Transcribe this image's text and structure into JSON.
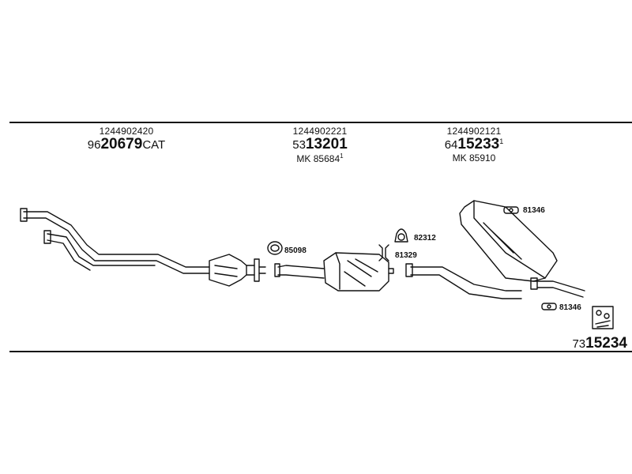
{
  "columns": [
    {
      "oem": "1244902420",
      "part_prefix": "96",
      "part_main": "20679",
      "part_suffix": "CAT",
      "mk": "",
      "mk_sup": ""
    },
    {
      "oem": "1244902221",
      "part_prefix": "53",
      "part_main": "13201",
      "part_suffix": "",
      "mk": "MK  85684",
      "mk_sup": "1"
    },
    {
      "oem": "1244902121",
      "part_prefix": "64",
      "part_main": "15233",
      "part_suffix": "1",
      "mk": "MK  85910",
      "mk_sup": ""
    }
  ],
  "callouts": {
    "ring": "85098",
    "clamp": "82312",
    "hanger_mid": "81329",
    "hanger_top": "81346",
    "hanger_bottom": "81346"
  },
  "total": {
    "prefix": "73",
    "main": "15234"
  },
  "icons": {
    "kit": "hardware-kit-icon"
  }
}
